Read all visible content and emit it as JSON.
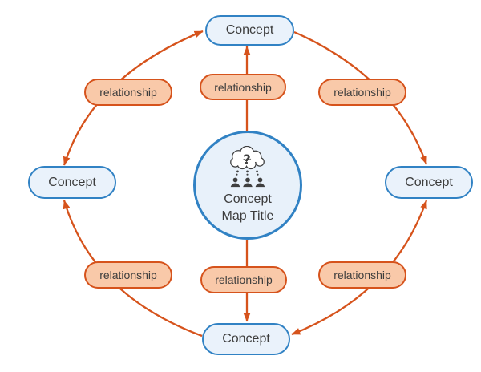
{
  "diagram": {
    "type": "concept-map",
    "center": {
      "title_line1": "Concept",
      "title_line2": "Map Title",
      "icon": "thinking-cloud-people-icon"
    },
    "concepts": [
      {
        "position": "top",
        "label": "Concept"
      },
      {
        "position": "left",
        "label": "Concept"
      },
      {
        "position": "right",
        "label": "Concept"
      },
      {
        "position": "bottom",
        "label": "Concept"
      }
    ],
    "relationships": [
      {
        "position": "upper-left",
        "label": "relationship"
      },
      {
        "position": "top-middle",
        "label": "relationship"
      },
      {
        "position": "upper-right",
        "label": "relationship"
      },
      {
        "position": "lower-left",
        "label": "relationship"
      },
      {
        "position": "bottom-middle",
        "label": "relationship"
      },
      {
        "position": "lower-right",
        "label": "relationship"
      }
    ],
    "connections": [
      {
        "from": "left-concept",
        "to": "top-concept",
        "via": "upper-left relationship",
        "arrowheads": "both"
      },
      {
        "from": "top-concept",
        "to": "right-concept",
        "via": "upper-right relationship",
        "arrowheads": "end"
      },
      {
        "from": "bottom-concept",
        "to": "left-concept",
        "via": "lower-left relationship",
        "arrowheads": "end"
      },
      {
        "from": "right-concept",
        "to": "bottom-concept",
        "via": "lower-right relationship",
        "arrowheads": "both"
      },
      {
        "from": "center",
        "to": "top-concept",
        "via": "top-middle relationship",
        "arrowheads": "end"
      },
      {
        "from": "center",
        "to": "bottom-concept",
        "via": "bottom-middle relationship",
        "arrowheads": "end"
      }
    ]
  },
  "colors": {
    "concept_border": "#3182c4",
    "concept_fill": "#eaf2fb",
    "center_fill": "#e8f1fa",
    "relationship_border": "#d6531c",
    "relationship_fill": "#f9c9a9",
    "arrow": "#d6531c",
    "text": "#3d3d3d",
    "icon": "#3f3f3f"
  }
}
